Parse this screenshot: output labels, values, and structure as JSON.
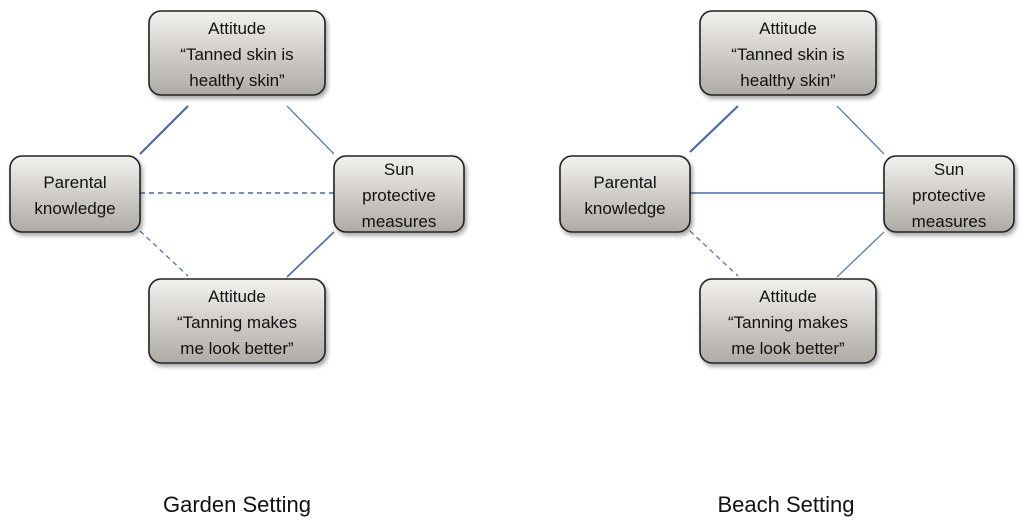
{
  "panels": [
    {
      "caption": "Garden Setting",
      "nodes": {
        "attitude_top": [
          "Attitude",
          "“Tanned skin is",
          "healthy skin”"
        ],
        "parental": [
          "Parental",
          "knowledge"
        ],
        "sun": [
          "Sun",
          "protective",
          "measures"
        ],
        "attitude_bottom": [
          "Attitude",
          "“Tanning makes",
          "me look better”"
        ]
      },
      "edges": [
        {
          "from": "parental",
          "to": "attitude_top",
          "style": "solid",
          "weight": "strong"
        },
        {
          "from": "attitude_top",
          "to": "sun",
          "style": "solid",
          "weight": "weak"
        },
        {
          "from": "parental",
          "to": "sun",
          "style": "dashed",
          "weight": "medium"
        },
        {
          "from": "parental",
          "to": "attitude_bottom",
          "style": "dashed",
          "weight": "weak"
        },
        {
          "from": "attitude_bottom",
          "to": "sun",
          "style": "solid",
          "weight": "medium"
        }
      ]
    },
    {
      "caption": "Beach Setting",
      "nodes": {
        "attitude_top": [
          "Attitude",
          "“Tanned skin is",
          "healthy skin”"
        ],
        "parental": [
          "Parental",
          "knowledge"
        ],
        "sun": [
          "Sun",
          "protective",
          "measures"
        ],
        "attitude_bottom": [
          "Attitude",
          "“Tanning makes",
          "me look better”"
        ]
      },
      "edges": [
        {
          "from": "parental",
          "to": "attitude_top",
          "style": "solid",
          "weight": "strong"
        },
        {
          "from": "attitude_top",
          "to": "sun",
          "style": "solid",
          "weight": "weak"
        },
        {
          "from": "parental",
          "to": "sun",
          "style": "solid",
          "weight": "medium"
        },
        {
          "from": "parental",
          "to": "attitude_bottom",
          "style": "dashed",
          "weight": "weak"
        },
        {
          "from": "attitude_bottom",
          "to": "sun",
          "style": "solid",
          "weight": "weak"
        }
      ]
    }
  ],
  "colors": {
    "edge": "#4a6aa8",
    "node_fill_top": "#f3f1ee",
    "node_fill_bottom": "#aeaaa5",
    "node_border": "#222222"
  }
}
